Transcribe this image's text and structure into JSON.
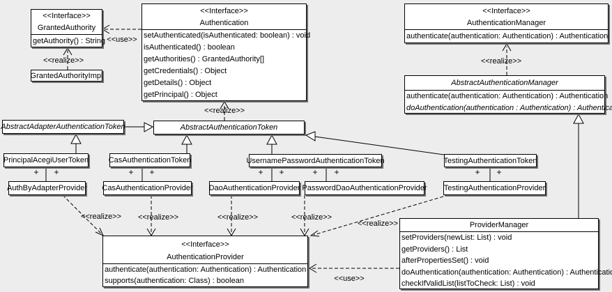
{
  "theme": {
    "background": "#ededed",
    "box_fill": "#ffffff",
    "line_color": "#000000",
    "shadow_color": "#6e6e6e"
  },
  "labels": {
    "realize": "<<realize>>",
    "use": "<<use>>",
    "plus": "+"
  },
  "classes": {
    "granted_authority": {
      "stereotype": "<<Interface>>",
      "name": "GrantedAuthority",
      "methods": [
        "getAuthority() : String"
      ]
    },
    "granted_authority_impl": {
      "name": "GrantedAuthorityImpl"
    },
    "authentication": {
      "stereotype": "<<Interface>>",
      "name": "Authentication",
      "methods": [
        "setAuthenticated(isAuthenticated: boolean) : void",
        "isAuthenticated() : boolean",
        "getAuthorities() : GrantedAuthority[]",
        "getCredentials() : Object",
        "getDetails() : Object",
        "getPrincipal() : Object"
      ]
    },
    "authentication_manager": {
      "stereotype": "<<Interface>>",
      "name": "AuthenticationManager",
      "methods": [
        "authenticate(authentication: Authentication) : Authentication"
      ]
    },
    "abstract_authentication_manager": {
      "name": "AbstractAuthenticationManager",
      "methods": [
        "authenticate(authentication: Authentication) : Authentication",
        "doAuthentication(authentication : Authentication) : Authentication"
      ]
    },
    "abstract_adapter_authentication_token": {
      "name": "AbstractAdapterAuthenticationToken"
    },
    "abstract_authentication_token": {
      "name": "AbstractAuthenticationToken"
    },
    "principal_acegi_user_token": {
      "name": "PrincipalAcegiUserToken"
    },
    "cas_authentication_token": {
      "name": "CasAuthenticationToken"
    },
    "username_password_authentication_token": {
      "name": "UsernamePasswordAuthenticationToken"
    },
    "testing_authentication_token": {
      "name": "TestingAuthenticationToken"
    },
    "auth_by_adapter_provider": {
      "name": "AuthByAdapterProvider"
    },
    "cas_authentication_provider": {
      "name": "CasAuthenticationProvider"
    },
    "dao_authentication_provider": {
      "name": "DaoAuthenticationProvider"
    },
    "password_dao_authentication_provider": {
      "name": "PasswordDaoAuthenticationProvider"
    },
    "testing_authentication_provider": {
      "name": "TestingAuthenticationProvider"
    },
    "authentication_provider": {
      "stereotype": "<<Interface>>",
      "name": "AuthenticationProvider",
      "methods": [
        "authenticate(authentication: Authentication) : Authentication",
        "supports(authentication: Class) : boolean"
      ]
    },
    "provider_manager": {
      "name": "ProviderManager",
      "methods": [
        "setProviders(newList: List) : void",
        "getProviders() : List",
        "afterPropertiesSet() : void",
        "doAuthentication(authentication: Authentication) : Authentication",
        "checkIfValidList(listToCheck: List) : void"
      ]
    }
  }
}
